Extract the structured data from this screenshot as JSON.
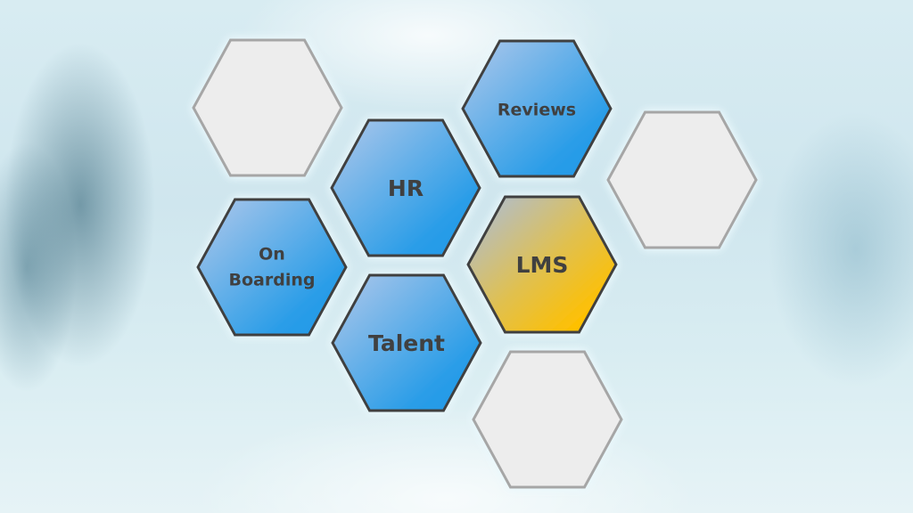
{
  "hexagons": [
    {
      "id": "empty-top-left",
      "label": "",
      "style": "gray"
    },
    {
      "id": "reviews",
      "label": "Reviews",
      "style": "blue"
    },
    {
      "id": "hr",
      "label": "HR",
      "style": "blue"
    },
    {
      "id": "empty-right",
      "label": "",
      "style": "gray"
    },
    {
      "id": "onboarding",
      "label_line1": "On",
      "label_line2": "Boarding",
      "style": "blue"
    },
    {
      "id": "lms",
      "label": "LMS",
      "style": "gold"
    },
    {
      "id": "talent",
      "label": "Talent",
      "style": "blue"
    },
    {
      "id": "empty-bottom",
      "label": "",
      "style": "gray"
    }
  ],
  "colors": {
    "blue_light": "#a9c6ea",
    "blue_dark": "#1e9ae8",
    "gold": "#ffc000",
    "gold_light": "#a9bde0",
    "gray": "#ededed",
    "outline": "#404040",
    "gray_outline": "#a6a6a6"
  }
}
